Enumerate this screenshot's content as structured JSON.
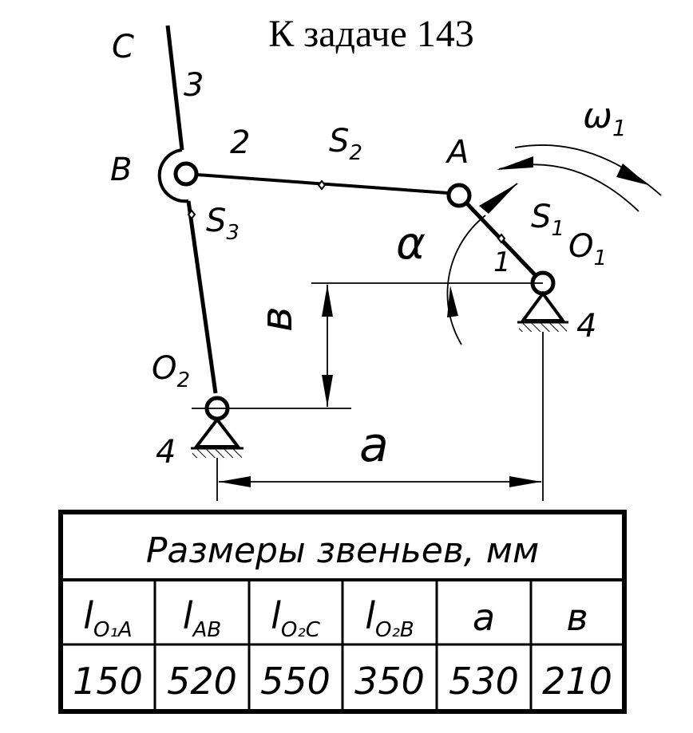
{
  "title": "К задаче 143",
  "points": {
    "C": "C",
    "B": "B",
    "A": "A",
    "O1": "O",
    "O1_sub": "1",
    "O2": "O",
    "O2_sub": "2",
    "S1": "S",
    "S1_sub": "1",
    "S2": "S",
    "S2_sub": "2",
    "S3": "S",
    "S3_sub": "3"
  },
  "links": {
    "link1": "1",
    "link2": "2",
    "link3": "3",
    "ground_left": "4",
    "ground_right": "4"
  },
  "symbols": {
    "omega": "ω",
    "omega_sub": "1",
    "alpha": "α",
    "dim_a": "a",
    "dim_b": "в"
  },
  "table": {
    "header": "Размеры звеньев, мм",
    "columns": [
      {
        "main": "l",
        "sub": "O₁A",
        "value": "150"
      },
      {
        "main": "l",
        "sub": "AB",
        "value": "520"
      },
      {
        "main": "l",
        "sub": "O₂C",
        "value": "550"
      },
      {
        "main": "l",
        "sub": "O₂B",
        "value": "350"
      },
      {
        "main": "a",
        "sub": "",
        "value": "530"
      },
      {
        "main": "в",
        "sub": "",
        "value": "210"
      }
    ]
  }
}
